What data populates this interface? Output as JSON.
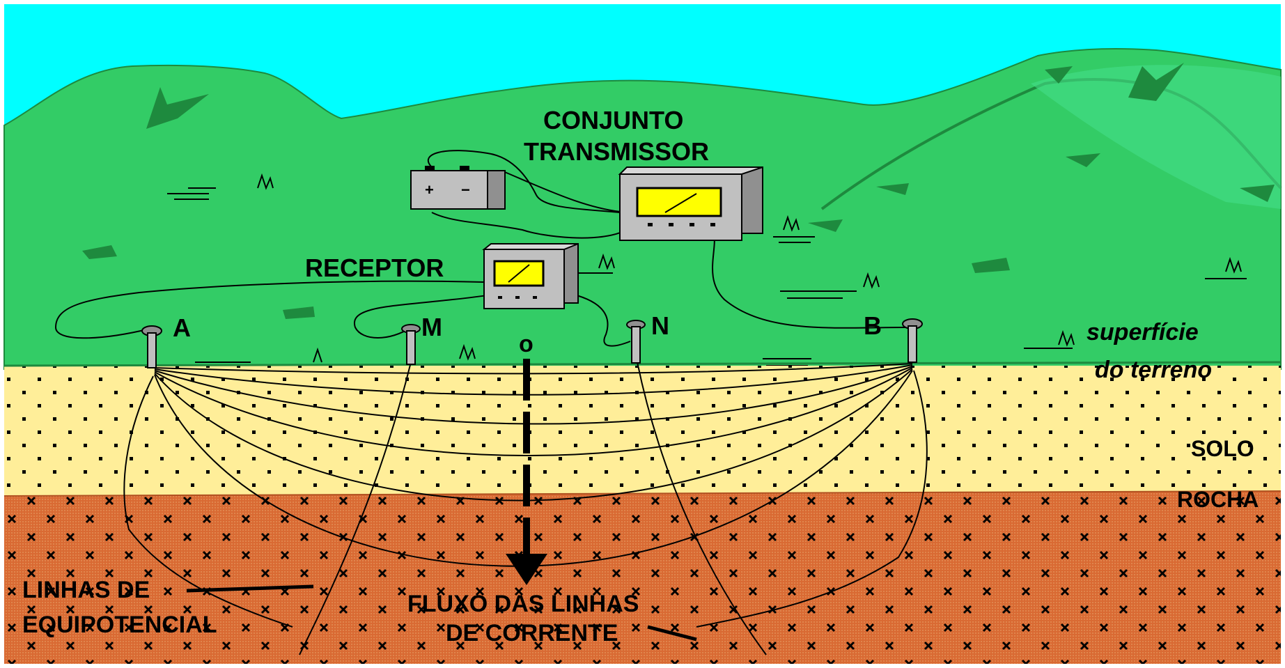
{
  "labels": {
    "transmitter_line1": "CONJUNTO",
    "transmitter_line2": "TRANSMISSOR",
    "receiver": "RECEPTOR",
    "electrode_a": "A",
    "electrode_m": "M",
    "electrode_n": "N",
    "electrode_b": "B",
    "center_point": "o",
    "surface_line1": "superfície",
    "surface_line2": "do terreno",
    "soil": "SOLO",
    "rock": "ROCHA",
    "equipotential_line1": "LINHAS DE",
    "equipotential_line2": "EQUIPOTENCIAL",
    "current_flow_line1": "FLUXO DAS LINHAS",
    "current_flow_line2": "DE CORRENTE",
    "battery_plus": "+",
    "battery_minus": "−"
  },
  "colors": {
    "sky": "#00ffff",
    "grass": "#33cc66",
    "grass_dark": "#1e8a3e",
    "soil": "#ffee99",
    "rock": "#d96a33",
    "meter_display": "#ffff00",
    "device_body": "#c0c0c0",
    "line": "#000000"
  }
}
